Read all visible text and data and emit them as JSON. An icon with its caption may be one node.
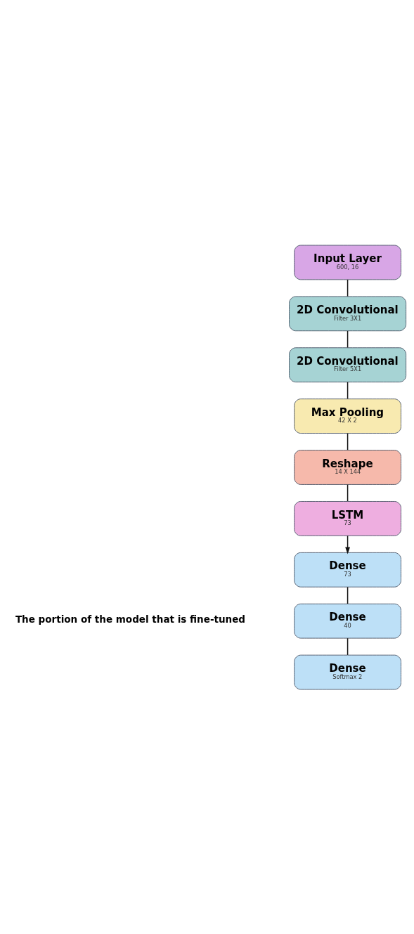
{
  "diagram": {
    "nodes": [
      {
        "text": [
          "Input Layer",
          "600, 16"
        ]
      },
      {
        "text": [
          "2D Convolutional",
          "Filter 3X1"
        ]
      },
      {
        "text": [
          "2D Convolutional",
          "Filter 5X1"
        ]
      },
      {
        "text": [
          "Max Pooling",
          "42 X 2"
        ]
      },
      {
        "text": [
          "Reshape",
          "14 X 144"
        ]
      },
      {
        "text": [
          "LSTM",
          "73"
        ]
      },
      {
        "text": [
          "Dense",
          "73"
        ]
      },
      {
        "text": [
          "Dense",
          "40"
        ]
      },
      {
        "text": [
          "Dense",
          "Softmax 2"
        ]
      }
    ],
    "edges": [
      {
        "from": 0,
        "to": 1,
        "arrow": "none"
      },
      {
        "from": 1,
        "to": 2,
        "arrow": "none"
      },
      {
        "from": 2,
        "to": 3,
        "arrow": "none"
      },
      {
        "from": 3,
        "to": 4,
        "arrow": "none"
      },
      {
        "from": 4,
        "to": 5,
        "arrow": "none"
      },
      {
        "from": 5,
        "to": 6,
        "arrow": "to"
      },
      {
        "from": 6,
        "to": 7,
        "arrow": "none"
      },
      {
        "from": 7,
        "to": 8,
        "arrow": "none"
      }
    ],
    "labels": [
      "The portion of the model that is fine-tuned"
    ]
  }
}
